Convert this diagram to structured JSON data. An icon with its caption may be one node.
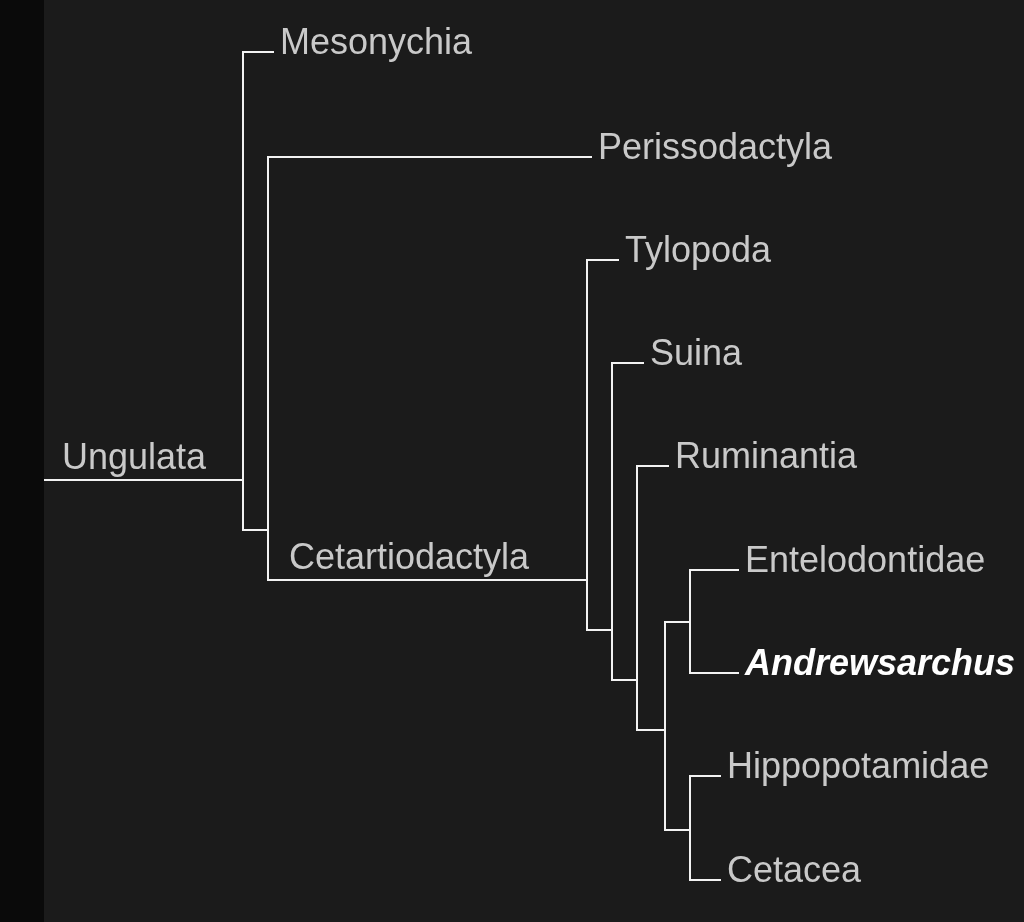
{
  "diagram": {
    "nodes": [
      {
        "text": [
          "Ungulata"
        ]
      },
      {
        "text": [
          "Mesonychia"
        ]
      },
      {
        "text": [
          "Perissodactyla"
        ]
      },
      {
        "text": [
          "Cetartiodactyla"
        ]
      },
      {
        "text": [
          "Tylopoda"
        ]
      },
      {
        "text": [
          "Suina"
        ]
      },
      {
        "text": [
          "Ruminantia"
        ]
      },
      {
        "text": [
          "Entelodontidae"
        ]
      },
      {
        "text": [
          "Andrewsarchus"
        ]
      },
      {
        "text": [
          "Hippopotamidae"
        ]
      },
      {
        "text": [
          "Cetacea"
        ]
      }
    ],
    "edges": [
      {
        "from": 0,
        "to": 1,
        "arrow": "none"
      },
      {
        "from": 0,
        "to": 2,
        "arrow": "none"
      },
      {
        "from": 0,
        "to": 3,
        "arrow": "none"
      },
      {
        "from": 3,
        "to": 4,
        "arrow": "none"
      },
      {
        "from": 3,
        "to": 5,
        "arrow": "none"
      },
      {
        "from": 3,
        "to": 6,
        "arrow": "none"
      },
      {
        "from": 3,
        "to": 7,
        "arrow": "none"
      },
      {
        "from": 3,
        "to": 8,
        "arrow": "none"
      },
      {
        "from": 3,
        "to": 9,
        "arrow": "none"
      },
      {
        "from": 3,
        "to": 10,
        "arrow": "none"
      }
    ]
  }
}
